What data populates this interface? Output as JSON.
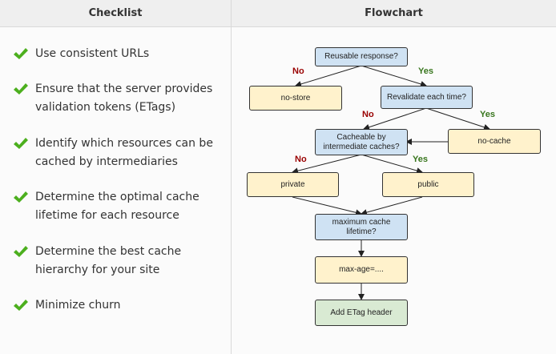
{
  "headers": {
    "checklist": "Checklist",
    "flowchart": "Flowchart"
  },
  "checklist": [
    {
      "line1": "Use consistent URLs",
      "line2": ""
    },
    {
      "line1": "Ensure that the server provides",
      "line2": "validation tokens (ETags)"
    },
    {
      "line1": "Identify which resources can be",
      "line2": "cached by intermediaries"
    },
    {
      "line1": "Determine the optimal cache",
      "line2": "lifetime for each resource"
    },
    {
      "line1": "Determine the best cache",
      "line2": "hierarchy for your site"
    },
    {
      "line1": "Minimize churn",
      "line2": ""
    }
  ],
  "flowchart": {
    "nodes": {
      "reusable": "Reusable response?",
      "no_store": "no-store",
      "revalidate": "Revalidate each time?",
      "cacheable_line1": "Cacheable by",
      "cacheable_line2": "intermediate caches?",
      "no_cache": "no-cache",
      "private": "private",
      "public": "public",
      "max_cache_line1": "maximum cache",
      "max_cache_line2": "lifetime?",
      "max_age": "max-age=....",
      "etag": "Add ETag header"
    },
    "labels": {
      "no": "No",
      "yes": "Yes"
    }
  },
  "colors": {
    "check": "#4caf1e",
    "question_fill": "#cfe2f3",
    "outcome_fill": "#fff2cc",
    "final_fill": "#d9ead3",
    "no_label": "#990000",
    "yes_label": "#38761d"
  }
}
